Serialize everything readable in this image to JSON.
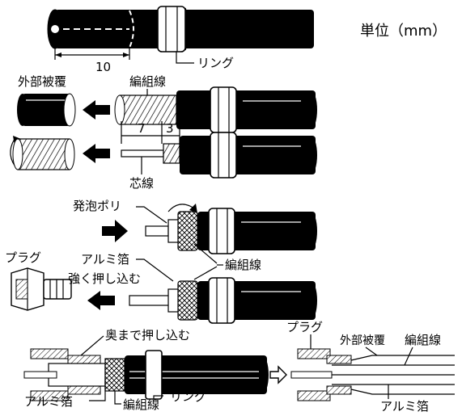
{
  "unit_label": "単位（mm）",
  "labels": {
    "ring_top": "リング",
    "outer_sheath": "外部被覆",
    "braid_1": "編組線",
    "core": "芯線",
    "foam_poly": "発泡ポリ",
    "braid_2": "編組線",
    "alu_foil_1": "アルミ箔",
    "plug_1": "プラグ",
    "push_in_hard": "強く押し込む",
    "push_all_the_way": "奥まで押し込む",
    "alu_foil_2": "アルミ箔",
    "braid_3": "編組線",
    "ring_bottom": "リング",
    "plug_2": "プラグ",
    "outer_sheath_2": "外部被覆",
    "braid_4": "編組線",
    "alu_foil_3": "アルミ箔"
  },
  "dimensions": {
    "strip_length": "10",
    "core_length": "7",
    "braid_length": "3"
  },
  "icons": {
    "arrow_left": "arrow-left-icon",
    "arrow_right": "arrow-right-icon",
    "hollow_arrow_right": "hollow-arrow-right-icon",
    "rotate": "rotate-arrow-icon"
  }
}
